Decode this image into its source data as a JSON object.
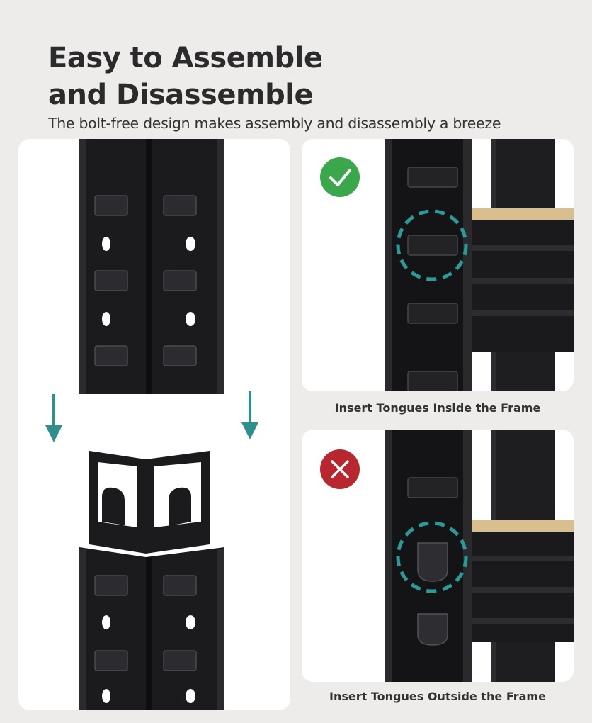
{
  "header": {
    "title_line1": "Easy to Assemble",
    "title_line2": "and Disassemble",
    "subtitle": "The bolt-free design makes assembly and disassembly a breeze"
  },
  "correct": {
    "caption": "Insert Tongues Inside the Frame",
    "badge_color": "#3aa84a",
    "icon": "checkmark-icon"
  },
  "wrong": {
    "caption": "Insert Tongues Outside the Frame",
    "badge_color": "#b8262e",
    "icon": "cross-icon"
  },
  "colors": {
    "background": "#eeecea",
    "panel": "#ffffff",
    "steel": "#1c1c1e",
    "arrow": "#2f8f8c",
    "highlight_ring": "#2a9c97",
    "board": "#d9bf8e"
  }
}
